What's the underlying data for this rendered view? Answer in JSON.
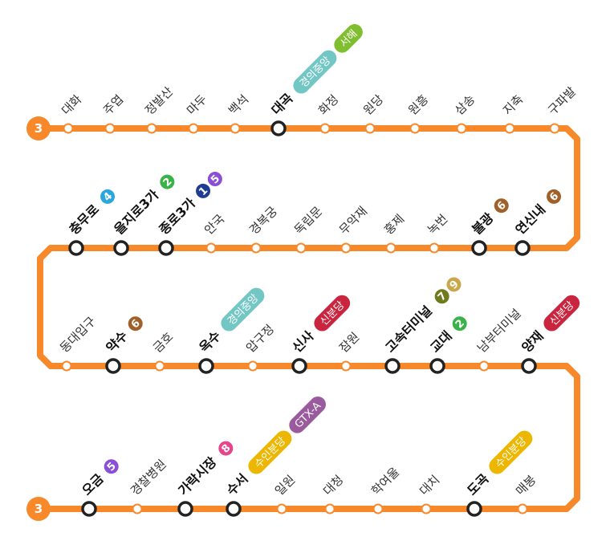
{
  "line": {
    "number": "3",
    "color": "#F7892A"
  },
  "line_colors": {
    "1": "#1F3C91",
    "2": "#3BB249",
    "4": "#2BA6DE",
    "5": "#8A4FD6",
    "6": "#A0602A",
    "7": "#6F7B1C",
    "8": "#E5458C",
    "9": "#C9A84A",
    "경의중앙": "#72C7C4",
    "서해": "#7FBF2F",
    "신분당": "#C9253E",
    "수인분당": "#EDB600",
    "GTX-A": "#9A5A9E"
  },
  "rows": [
    {
      "stations": [
        {
          "name": "대화"
        },
        {
          "name": "주엽"
        },
        {
          "name": "정발산"
        },
        {
          "name": "마두"
        },
        {
          "name": "백석"
        },
        {
          "name": "대곡",
          "transfers": [
            "경의중앙",
            "서해"
          ]
        },
        {
          "name": "화정"
        },
        {
          "name": "원당"
        },
        {
          "name": "원흥"
        },
        {
          "name": "삼송"
        },
        {
          "name": "지축"
        },
        {
          "name": "구파발"
        }
      ]
    },
    {
      "stations": [
        {
          "name": "연신내",
          "transfers": [
            "6"
          ]
        },
        {
          "name": "불광",
          "transfers": [
            "6"
          ]
        },
        {
          "name": "녹번"
        },
        {
          "name": "홍제"
        },
        {
          "name": "무악재"
        },
        {
          "name": "독립문"
        },
        {
          "name": "경복궁"
        },
        {
          "name": "안국"
        },
        {
          "name": "종로3가",
          "transfers": [
            "1",
            "5"
          ]
        },
        {
          "name": "을지로3가",
          "transfers": [
            "2"
          ]
        },
        {
          "name": "충무로",
          "transfers": [
            "4"
          ]
        }
      ]
    },
    {
      "stations": [
        {
          "name": "동대입구"
        },
        {
          "name": "약수",
          "transfers": [
            "6"
          ]
        },
        {
          "name": "금호"
        },
        {
          "name": "옥수",
          "transfers": [
            "경의중앙"
          ]
        },
        {
          "name": "압구정"
        },
        {
          "name": "신사",
          "transfers": [
            "신분당"
          ]
        },
        {
          "name": "잠원"
        },
        {
          "name": "고속터미널",
          "transfers": [
            "7",
            "9"
          ]
        },
        {
          "name": "교대",
          "transfers": [
            "2"
          ]
        },
        {
          "name": "남부터미널"
        },
        {
          "name": "양재",
          "transfers": [
            "신분당"
          ]
        }
      ]
    },
    {
      "stations": [
        {
          "name": "매봉"
        },
        {
          "name": "도곡",
          "transfers": [
            "수인분당"
          ]
        },
        {
          "name": "대치"
        },
        {
          "name": "학여울"
        },
        {
          "name": "대청"
        },
        {
          "name": "일원"
        },
        {
          "name": "수서",
          "transfers": [
            "수인분당",
            "GTX-A"
          ]
        },
        {
          "name": "가락시장",
          "transfers": [
            "8"
          ]
        },
        {
          "name": "경찰병원"
        },
        {
          "name": "오금",
          "transfers": [
            "5"
          ]
        }
      ]
    }
  ]
}
